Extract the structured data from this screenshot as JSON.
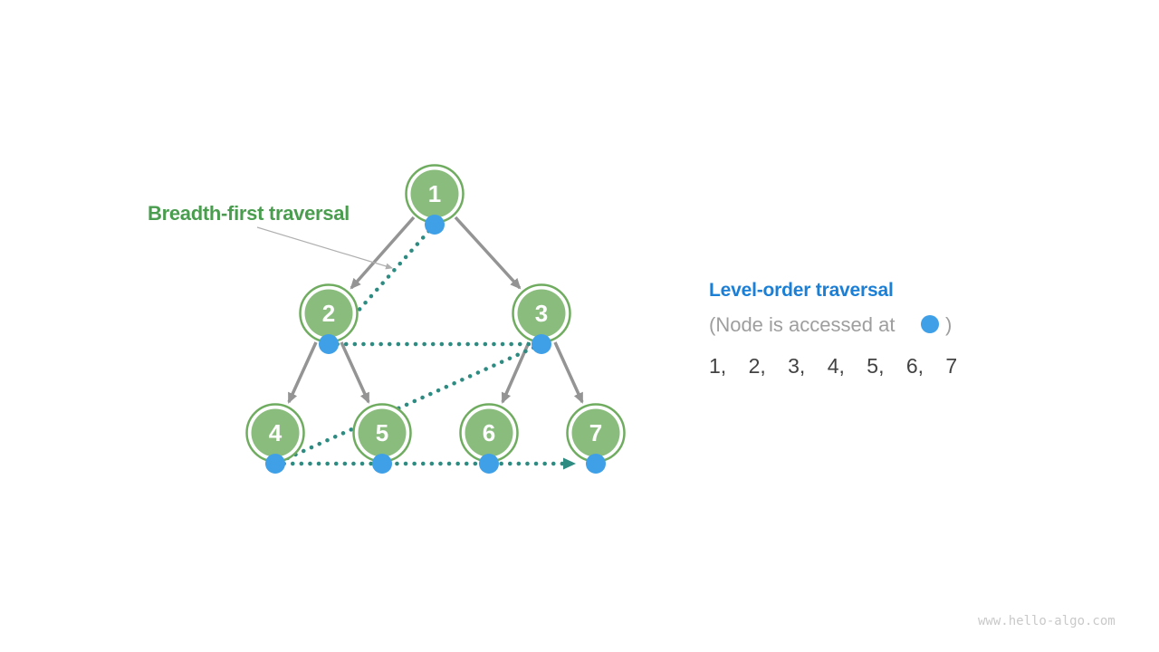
{
  "labels": {
    "breadth_first": "Breadth-first traversal",
    "level_order_title": "Level-order traversal",
    "subtitle_prefix": "(Node is accessed at",
    "subtitle_suffix": ")",
    "sequence": "1, 2, 3, 4, 5, 6, 7",
    "watermark": "www.hello-algo.com"
  },
  "tree": {
    "nodes": [
      "1",
      "2",
      "3",
      "4",
      "5",
      "6",
      "7"
    ],
    "edges": [
      [
        "1",
        "2"
      ],
      [
        "1",
        "3"
      ],
      [
        "2",
        "4"
      ],
      [
        "2",
        "5"
      ],
      [
        "3",
        "6"
      ],
      [
        "3",
        "7"
      ]
    ],
    "traversal_order": [
      "1",
      "2",
      "3",
      "4",
      "5",
      "6",
      "7"
    ]
  },
  "colors": {
    "background": "#ffffff",
    "node_fill": "#8ABD7D",
    "node_border": "#6FAC60",
    "node_text": "#ffffff",
    "edge_gray": "#949494",
    "dotted_teal": "#2E8B82",
    "dot_blue": "#3FA0E8",
    "label_green": "#4A9D4F",
    "title_blue": "#1B7FD6",
    "subtitle_gray": "#9E9E9E",
    "sequence_dark": "#424242",
    "annotation_gray": "#AFAFAF",
    "watermark_gray": "#C9C9C9"
  }
}
